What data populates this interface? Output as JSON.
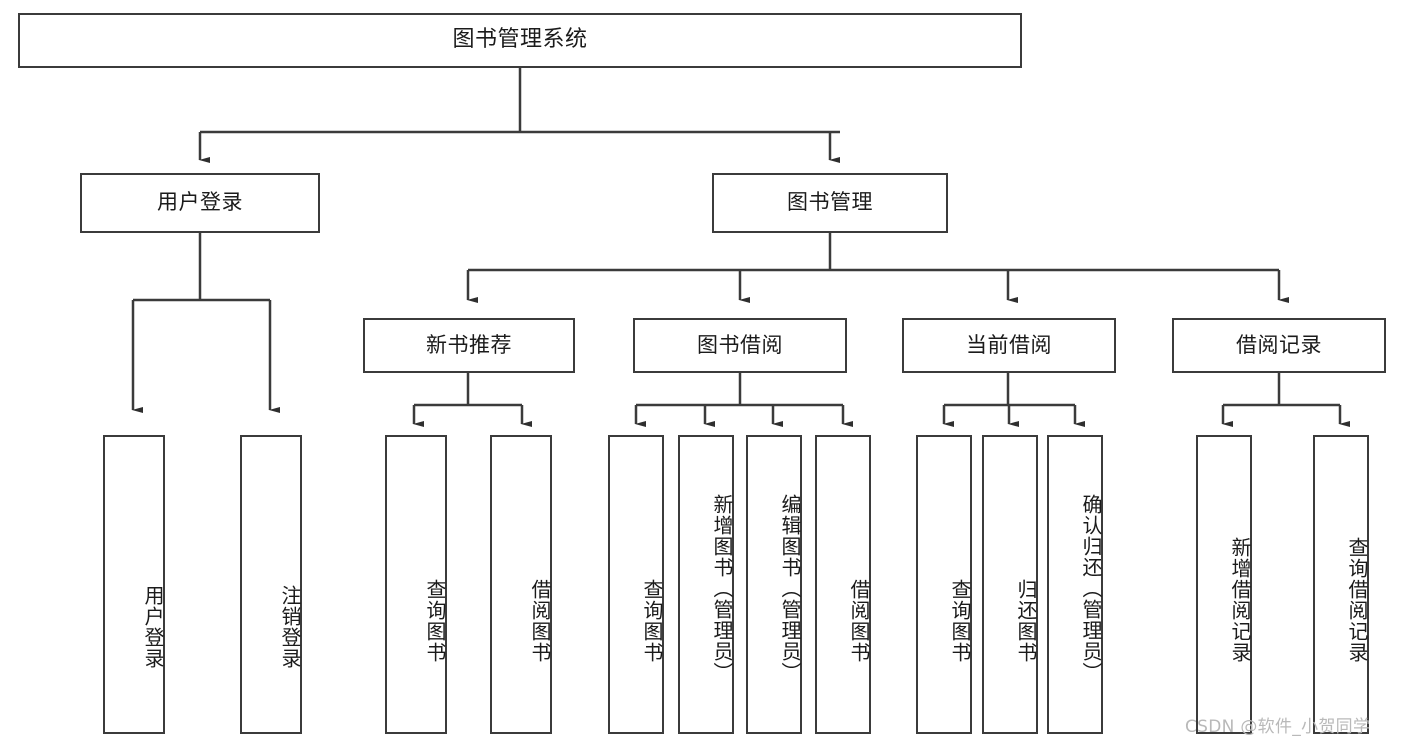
{
  "diagram": {
    "type": "hierarchy-tree",
    "title": "图书管理系统",
    "root": {
      "label": "图书管理系统"
    },
    "level2": [
      {
        "label": "用户登录"
      },
      {
        "label": "图书管理"
      }
    ],
    "level3": [
      {
        "label": "新书推荐"
      },
      {
        "label": "图书借阅"
      },
      {
        "label": "当前借阅"
      },
      {
        "label": "借阅记录"
      }
    ],
    "leaves": {
      "user_login": [
        {
          "label": "用户登录"
        },
        {
          "label": "注销登录"
        }
      ],
      "new_book_recommend": [
        {
          "label": "查询图书"
        },
        {
          "label": "借阅图书"
        }
      ],
      "book_borrow": [
        {
          "label": "查询图书"
        },
        {
          "label": "新增图书（管理员）"
        },
        {
          "label": "编辑图书（管理员）"
        },
        {
          "label": "借阅图书"
        }
      ],
      "current_borrow": [
        {
          "label": "查询图书"
        },
        {
          "label": "归还图书"
        },
        {
          "label": "确认归还（管理员）"
        }
      ],
      "borrow_record": [
        {
          "label": "新增借阅记录"
        },
        {
          "label": "查询借阅记录"
        }
      ]
    }
  },
  "watermark": {
    "text": "CSDN @软件_小贺同学"
  },
  "colors": {
    "border": "#3b3b3b",
    "background": "#ffffff",
    "text": "#1b1b1b",
    "watermark": "#b9b9b9"
  }
}
